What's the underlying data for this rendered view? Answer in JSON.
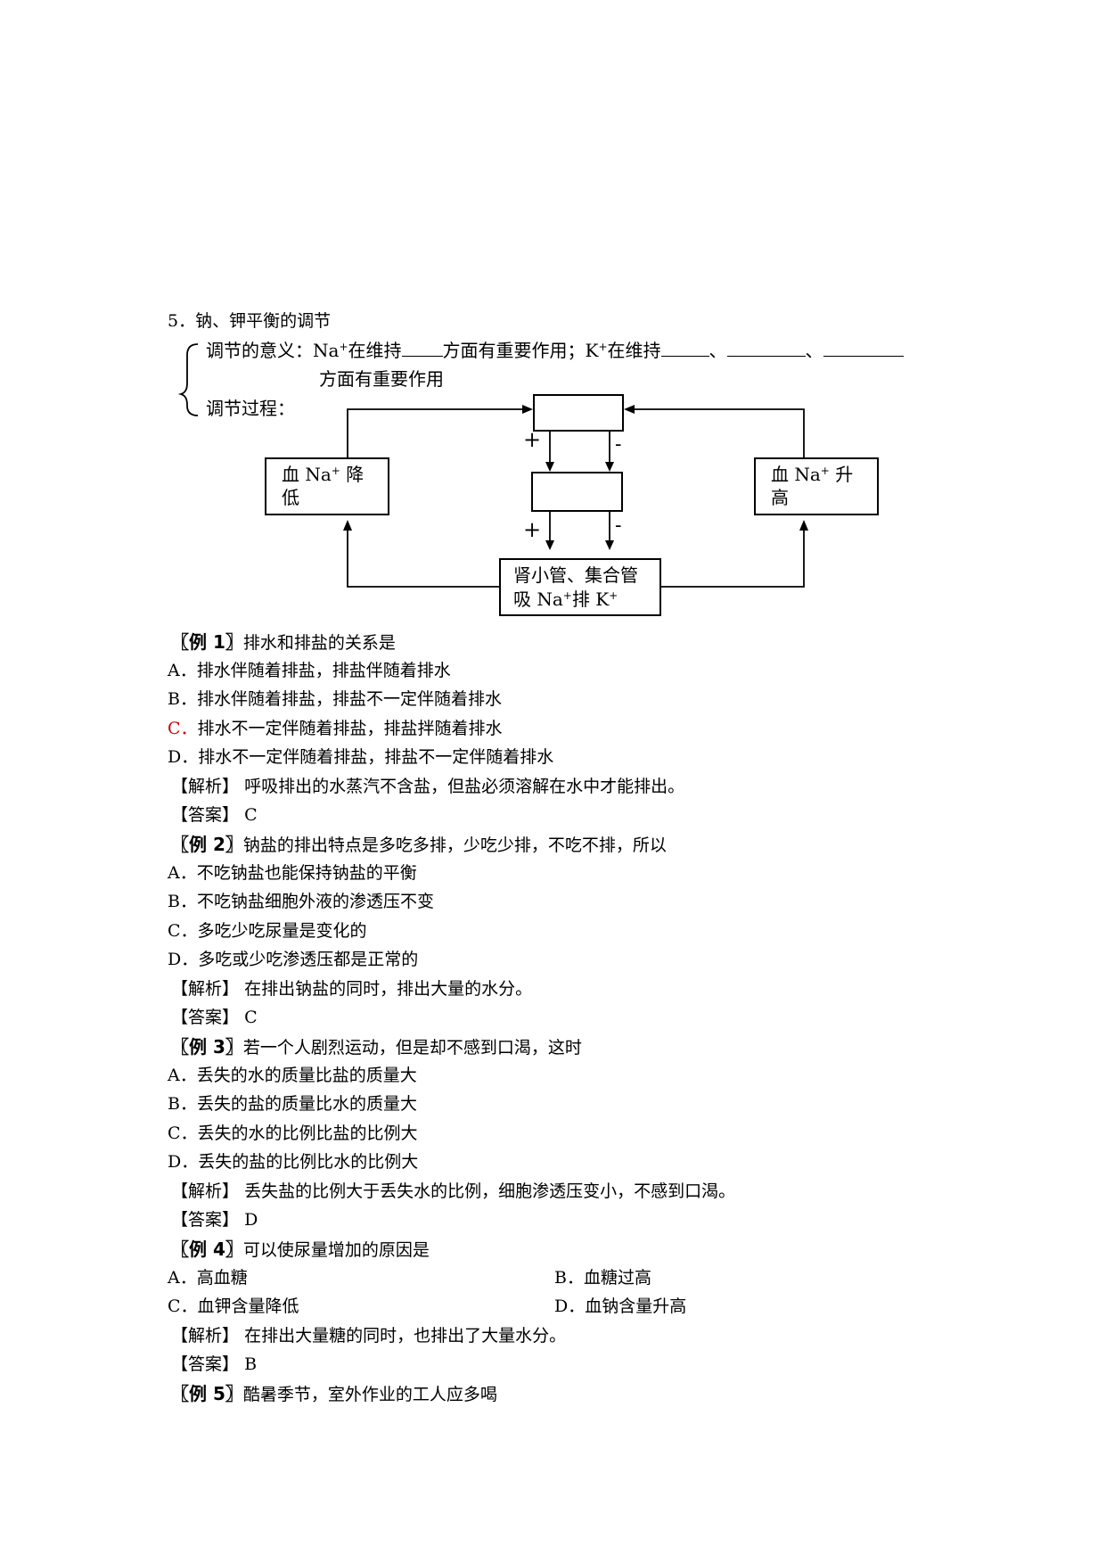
{
  "section": {
    "heading": "5．钠、钾平衡的调节",
    "meaning_label": "调节的意义：",
    "meaning_na": "Na",
    "meaning_mid1": "在维持",
    "meaning_mid2": "方面有重要作用；K",
    "meaning_mid3": "在维持",
    "sep1": "、",
    "sep2": "、",
    "meaning_line2": "方面有重要作用",
    "process_label": "调节过程："
  },
  "diagram": {
    "left_box_line1": "血  Na",
    "left_box_sup": "+",
    "left_box_tail": " 降",
    "left_box_line2": "低",
    "right_box_line1": "血  Na",
    "right_box_sup": "+",
    "right_box_tail": " 升",
    "right_box_line2": "高",
    "bottom_box_line1": "肾小管、集合管",
    "bottom_box_line2a": "吸 Na",
    "bottom_box_line2b": "排 K",
    "plus1": "+",
    "minus1": "-",
    "plus2": "+",
    "minus2": "-"
  },
  "examples": [
    {
      "tag": "〖例 1〗",
      "question": "排水和排盐的关系是",
      "options": [
        {
          "key": "A．",
          "text": "排水伴随着排盐，排盐伴随着排水",
          "highlight": false
        },
        {
          "key": "B．",
          "text": "排水伴随着排盐，排盐不一定伴随着排水",
          "highlight": false
        },
        {
          "key": "C．",
          "text": "排水不一定伴随着排盐，排盐拌随着排水",
          "highlight": true
        },
        {
          "key": "D．",
          "text": "排水不一定伴随着排盐，排盐不一定伴随着排水",
          "highlight": false
        }
      ],
      "analysis_label": "【解析】",
      "analysis": "呼吸排出的水蒸汽不含盐，但盐必须溶解在水中才能排出。",
      "answer_label": "【答案】",
      "answer": "C"
    },
    {
      "tag": "〖例 2〗",
      "question": "钠盐的排出特点是多吃多排，少吃少排，不吃不排，所以",
      "options": [
        {
          "key": "A．",
          "text": "不吃钠盐也能保持钠盐的平衡",
          "highlight": false
        },
        {
          "key": "B．",
          "text": "不吃钠盐细胞外液的渗透压不变",
          "highlight": false
        },
        {
          "key": "C．",
          "text": "多吃少吃尿量是变化的",
          "highlight": false
        },
        {
          "key": "D．",
          "text": "多吃或少吃渗透压都是正常的",
          "highlight": false
        }
      ],
      "analysis_label": "【解析】",
      "analysis": "在排出钠盐的同时，排出大量的水分。",
      "answer_label": "【答案】",
      "answer": "C"
    },
    {
      "tag": "〖例 3〗",
      "question": "若一个人剧烈运动，但是却不感到口渴，这时",
      "options": [
        {
          "key": "A．",
          "text": "丢失的水的质量比盐的质量大",
          "highlight": false
        },
        {
          "key": "B．",
          "text": "丢失的盐的质量比水的质量大",
          "highlight": false
        },
        {
          "key": "C．",
          "text": "丢失的水的比例比盐的比例大",
          "highlight": false
        },
        {
          "key": "D．",
          "text": "丢失的盐的比例比水的比例大",
          "highlight": false
        }
      ],
      "analysis_label": "【解析】",
      "analysis": "丢失盐的比例大于丢失水的比例，细胞渗透压变小，不感到口渴。",
      "answer_label": "【答案】",
      "answer": "D"
    },
    {
      "tag": "〖例 4〗",
      "question": "可以使尿量增加的原因是",
      "options_two_col": [
        {
          "key": "A．",
          "text": "高血糖"
        },
        {
          "key": "B．",
          "text": "血糖过高"
        },
        {
          "key": "C．",
          "text": "血钾含量降低"
        },
        {
          "key": "D．",
          "text": "血钠含量升高"
        }
      ],
      "analysis_label": "【解析】",
      "analysis": "在排出大量糖的同时，也排出了大量水分。",
      "answer_label": "【答案】",
      "answer": "B"
    },
    {
      "tag": "〖例 5〗",
      "question": "酷暑季节，室外作业的工人应多喝"
    }
  ]
}
